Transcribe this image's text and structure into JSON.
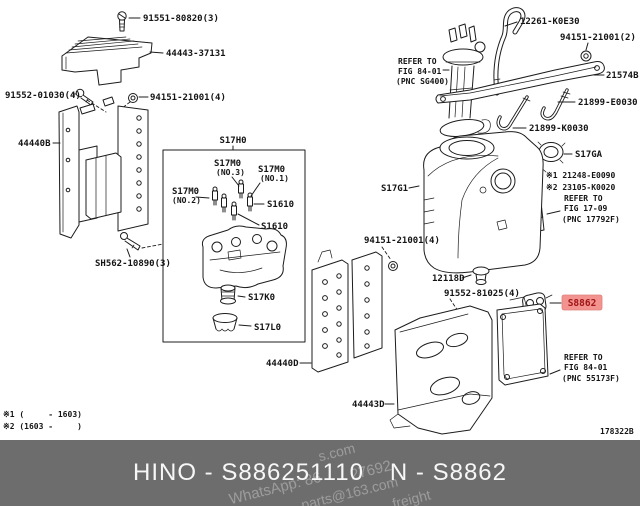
{
  "footer": {
    "left": "HINO - S886251110",
    "right": "N - S8862"
  },
  "diagram_id": "178322B",
  "notes": {
    "note1": "※1 (     - 1603)",
    "note2": "※2 (1603 -     )"
  },
  "watermark": [
    "s.com",
    "27692",
    "WhatsApp: 86",
    "parts@163.com",
    "freight"
  ],
  "colors": {
    "highlight_bg": "#f2938f",
    "highlight_text": "#a01616",
    "footer_bg": "#6d6d6d",
    "line": "#1c1c1c"
  },
  "parts": {
    "bolt_top": "91551-80820(3)",
    "cover": "44443-37131",
    "bolt_left": "91552-01030(4)",
    "nut_top": "94151-21001(4)",
    "bracket_b": "44440B",
    "bolt_sh": "SH562-10890(3)",
    "box": "S17H0",
    "sensor_no3": "S17M0",
    "sensor_no3_sub": "(NO.3)",
    "sensor_no1": "S17M0",
    "sensor_no1_sub": "(NO.1)",
    "sensor_no2": "S17M0",
    "sensor_no2_sub": "(NO.2)",
    "s1610_a": "S1610",
    "s1610_b": "S1610",
    "s17k0": "S17K0",
    "s17l0": "S17L0",
    "refer_sg400": [
      "REFER TO",
      "FIG 84-01",
      "(PNC SG400)"
    ],
    "hose": "12261-K0E30",
    "nut_2": "94151-21001(2)",
    "strap": "21574B",
    "jbolt_a": "21899-E0030",
    "jbolt_b": "21899-K0030",
    "cap": "S17GA",
    "star1": "※1 21248-E0090",
    "star2": "※2 23105-K0020",
    "refer_1709": [
      "REFER TO",
      "FIG 17-09",
      "(PNC 17792F)"
    ],
    "tank": "S17G1",
    "nut_4b": "94151-21001(4)",
    "plug": "12118D",
    "bolt_81025": "91552-81025(4)",
    "s8862": "S8862",
    "refer_55173": [
      "REFER TO",
      "FIG 84-01",
      "(PNC 55173F)"
    ],
    "bracket_443d": "44443D",
    "plate_440d": "44440D"
  }
}
